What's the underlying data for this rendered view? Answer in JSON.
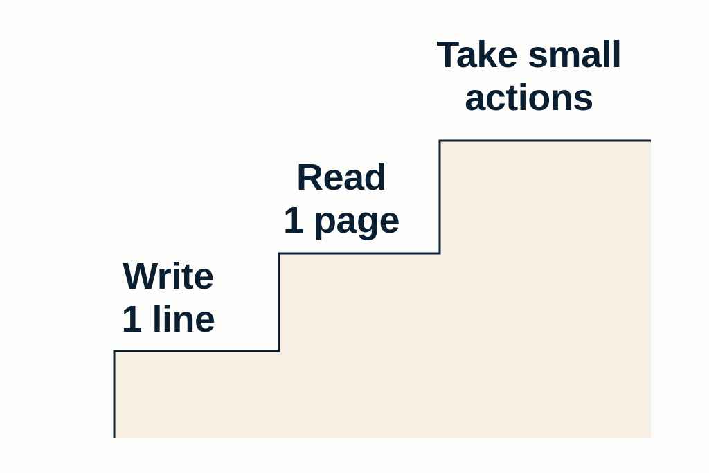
{
  "colors": {
    "background": "#fdfdfb",
    "stair_fill": "#f8efe4",
    "outline": "#0b1f33",
    "text": "#0b1f33"
  },
  "steps": [
    {
      "line1": "Write",
      "line2": "1 line"
    },
    {
      "line1": "Read",
      "line2": "1 page"
    },
    {
      "line1": "Take small",
      "line2": "actions"
    }
  ]
}
